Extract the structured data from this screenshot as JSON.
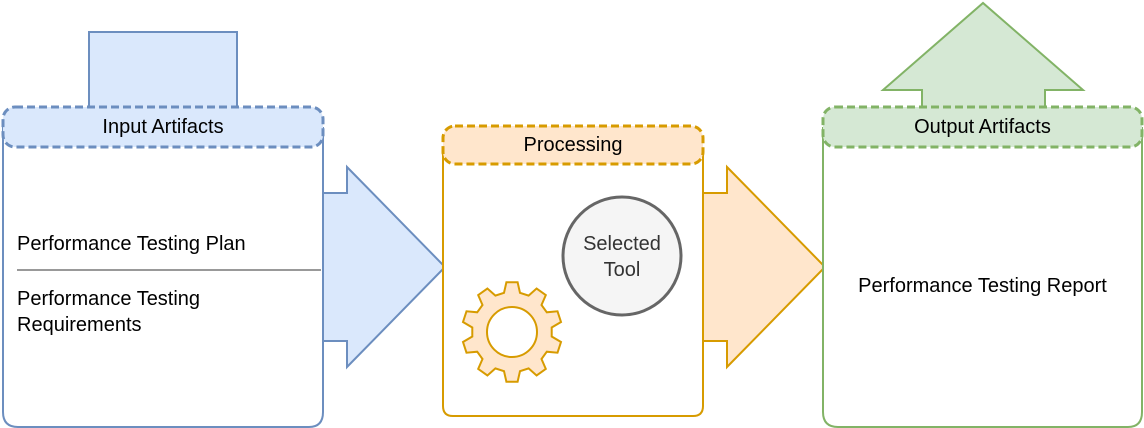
{
  "input": {
    "header": "Input Artifacts",
    "items": [
      "Performance Testing Plan",
      "Performance Testing\nRequirements"
    ],
    "color_fill": "#dae8fc",
    "color_stroke": "#6c8ebf"
  },
  "processing": {
    "header": "Processing",
    "tool_label": "Selected\nTool",
    "color_fill": "#ffe6cc",
    "color_stroke": "#d79b00",
    "tool_fill": "#f5f5f5",
    "tool_stroke": "#666666",
    "gear_fill": "#ffe6cc"
  },
  "output": {
    "header": "Output Artifacts",
    "items": [
      "Performance Testing Report"
    ],
    "color_fill": "#d5e8d4",
    "color_stroke": "#82b366"
  }
}
